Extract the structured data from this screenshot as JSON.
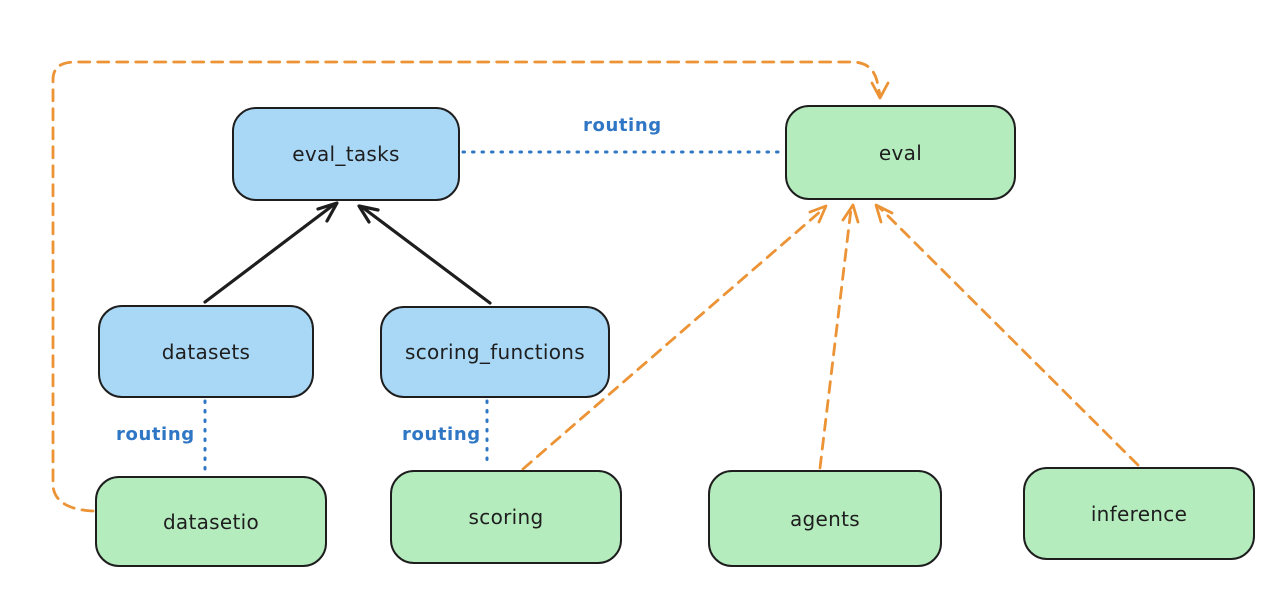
{
  "diagram": {
    "title_hint": "eval routing architecture diagram",
    "nodes": {
      "eval_tasks": {
        "label": "eval_tasks",
        "type": "api"
      },
      "eval": {
        "label": "eval",
        "type": "provider"
      },
      "datasets": {
        "label": "datasets",
        "type": "api"
      },
      "scoring_functions": {
        "label": "scoring_functions",
        "type": "api"
      },
      "datasetio": {
        "label": "datasetio",
        "type": "provider"
      },
      "scoring": {
        "label": "scoring",
        "type": "provider"
      },
      "agents": {
        "label": "agents",
        "type": "provider"
      },
      "inference": {
        "label": "inference",
        "type": "provider"
      }
    },
    "edge_labels": {
      "routing_top": "routing",
      "routing_left": "routing",
      "routing_mid": "routing"
    },
    "edges": [
      {
        "from": "datasets",
        "to": "eval_tasks",
        "style": "black-solid-arrow"
      },
      {
        "from": "scoring_functions",
        "to": "eval_tasks",
        "style": "black-solid-arrow"
      },
      {
        "from": "eval_tasks",
        "to": "eval",
        "style": "blue-dotted",
        "label": "routing"
      },
      {
        "from": "datasets",
        "to": "datasetio",
        "style": "blue-dotted",
        "label": "routing"
      },
      {
        "from": "scoring_functions",
        "to": "scoring",
        "style": "blue-dotted",
        "label": "routing"
      },
      {
        "from": "datasetio",
        "to": "eval",
        "style": "orange-dashed-arrow",
        "route": "around-top-left"
      },
      {
        "from": "scoring",
        "to": "eval",
        "style": "orange-dashed-arrow"
      },
      {
        "from": "agents",
        "to": "eval",
        "style": "orange-dashed-arrow"
      },
      {
        "from": "inference",
        "to": "eval",
        "style": "orange-dashed-arrow"
      }
    ],
    "colors": {
      "background": "#ffffff",
      "api_node_fill": "#a9d8f7",
      "provider_node_fill": "#b5ecbe",
      "node_stroke": "#1e1e1e",
      "black_arrow": "#1e1e1e",
      "routing_line": "#2f76c4",
      "orange_dashed": "#ec9335"
    }
  }
}
